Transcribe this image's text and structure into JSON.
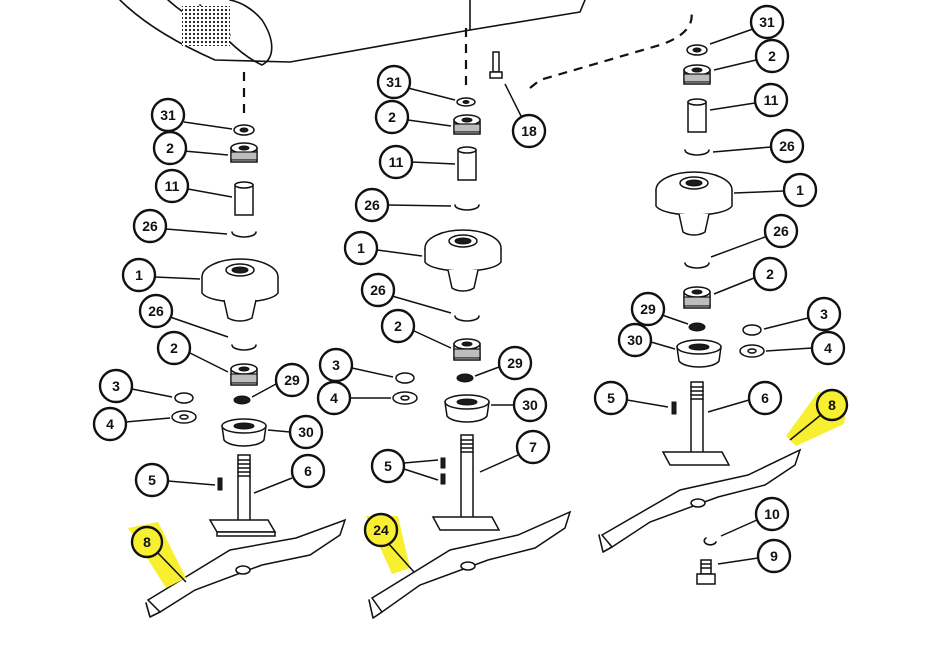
{
  "diagram": {
    "callouts": {
      "left": {
        "washer_top": "31",
        "bearing_top": "2",
        "spacer": "11",
        "snap_ring_top": "26",
        "housing": "1",
        "snap_ring_bottom": "26",
        "bearing_bottom": "2",
        "nut": "29",
        "washer_small": "3",
        "washer_flat": "4",
        "cup": "30",
        "key": "5",
        "spindle": "6",
        "blade": "8"
      },
      "center": {
        "washer_top": "31",
        "bearing_top": "2",
        "bolt": "18",
        "spacer": "11",
        "snap_ring_top": "26",
        "housing": "1",
        "snap_ring_bottom": "26",
        "bearing_bottom": "2",
        "washer_small": "3",
        "nut": "29",
        "washer_flat": "4",
        "cup": "30",
        "keys": "5",
        "spindle": "7",
        "blade": "24"
      },
      "right": {
        "washer_top": "31",
        "bearing_top": "2",
        "spacer": "11",
        "snap_ring_top": "26",
        "housing": "1",
        "snap_ring_bottom": "26",
        "bearing_bottom": "2",
        "nut": "29",
        "washer_small": "3",
        "cup": "30",
        "washer_flat": "4",
        "key": "5",
        "spindle": "6",
        "blade": "8",
        "lock_washer": "10",
        "blade_bolt": "9"
      }
    },
    "highlight_color": "#f7ef30",
    "line_color": "#111111"
  }
}
